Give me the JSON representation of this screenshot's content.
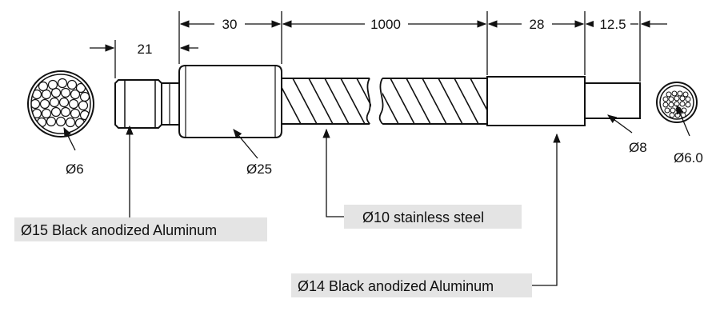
{
  "dimensions": {
    "d21": "21",
    "d30": "30",
    "d1000": "1000",
    "d28": "28",
    "d12_5": "12.5"
  },
  "diameters": {
    "end_left": "Ø6",
    "body_25": "Ø25",
    "tip_8": "Ø8",
    "end_right": "Ø6.0"
  },
  "callouts": {
    "aluminum_15": "Ø15 Black anodized Aluminum",
    "steel_10": "Ø10 stainless steel",
    "aluminum_14": "Ø14 Black anodized Aluminum"
  }
}
